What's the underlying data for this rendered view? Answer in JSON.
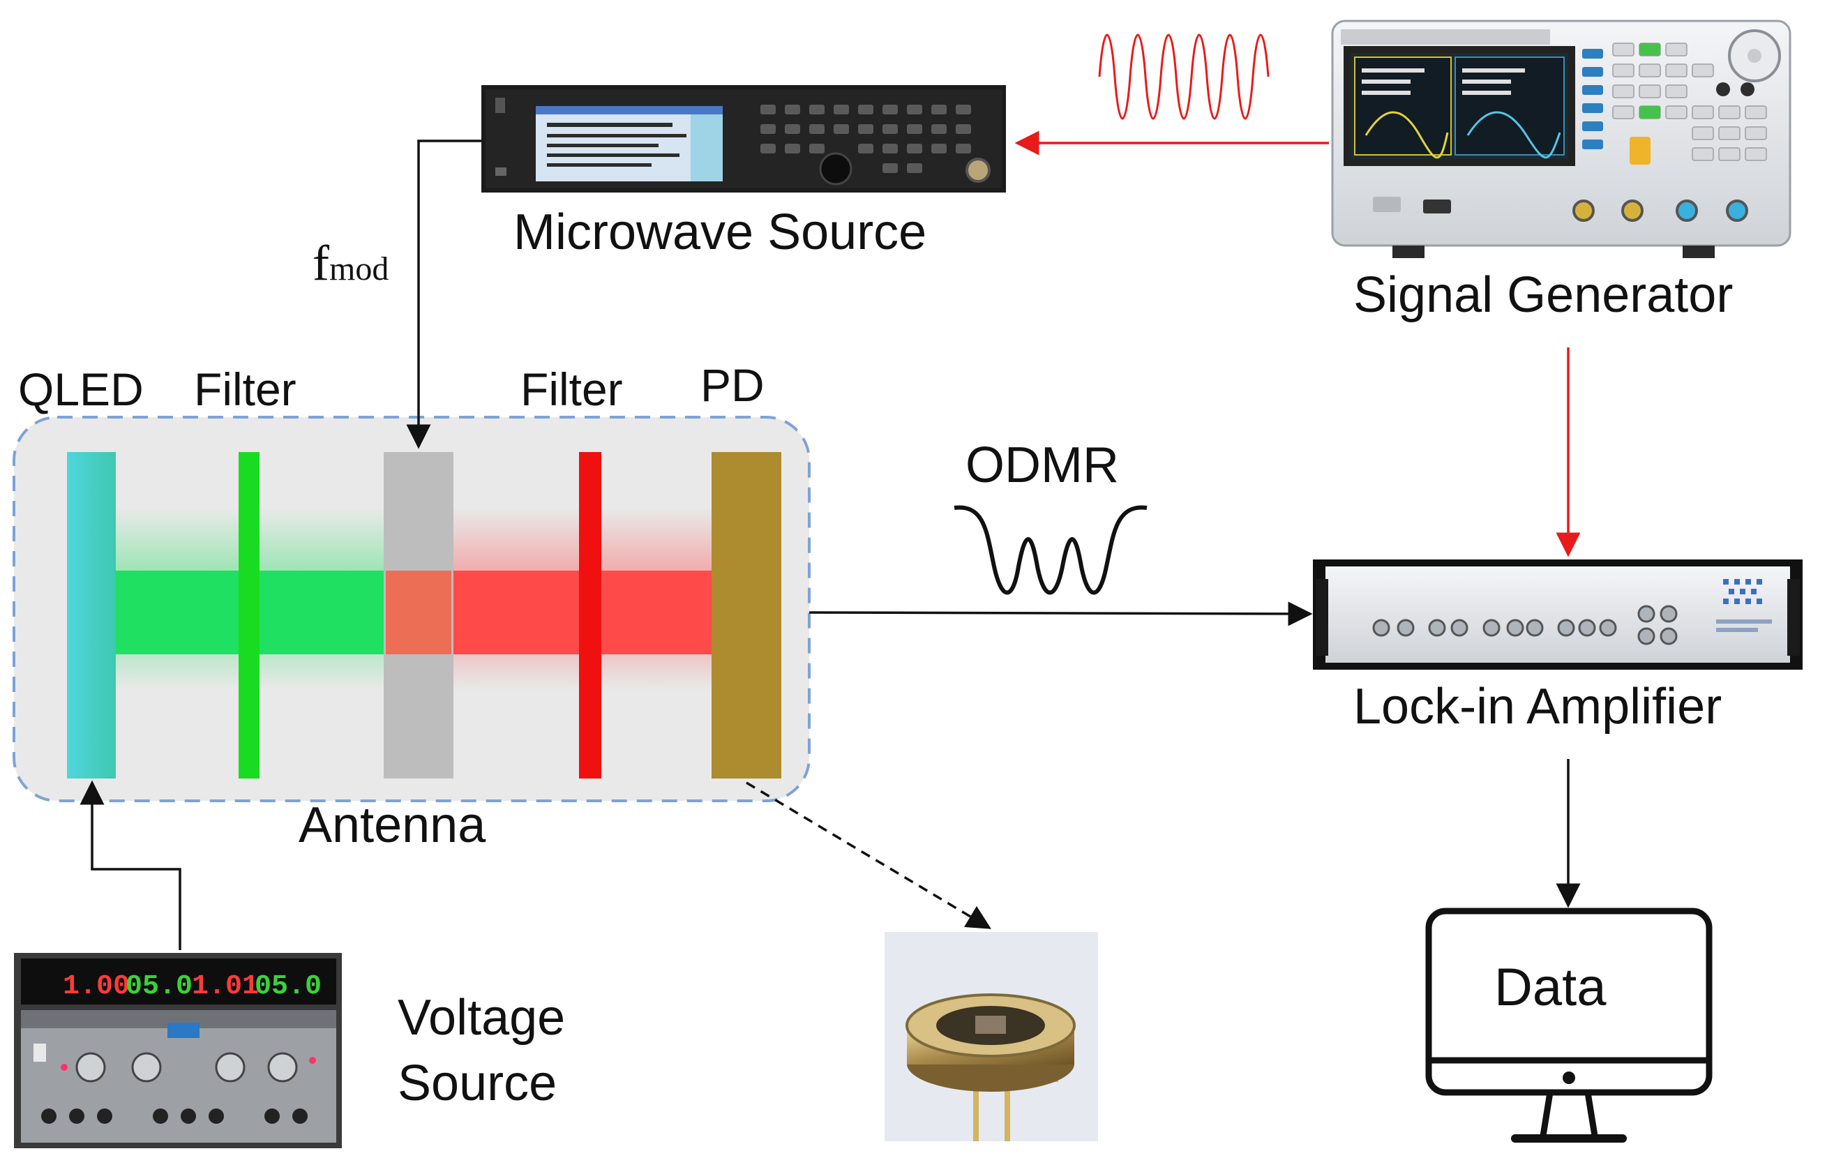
{
  "labels": {
    "microwave_source": "Microwave Source",
    "signal_generator": "Signal Generator",
    "lock_in_amplifier": "Lock-in Amplifier",
    "qled": "QLED",
    "filter_1": "Filter",
    "filter_2": "Filter",
    "pd": "PD",
    "antenna": "Antenna",
    "odmr": "ODMR",
    "fmod_main": "f",
    "fmod_sub": "mod",
    "voltage_source_line1": "Voltage",
    "voltage_source_line2": "Source",
    "data": "Data"
  },
  "readouts": {
    "voltage_displays": [
      "1.00",
      "05.0",
      "1.01",
      "05.0"
    ]
  },
  "colors": {
    "qled": "#4fd6dc",
    "filter_green": "#19dc22",
    "antenna": "#bdbdbd",
    "filter_red": "#f01010",
    "pd": "#ad8c2f",
    "green_beam": "#1fe060",
    "red_beam": "#ff4a4a",
    "overlap": "#ec6f55",
    "arrow_red": "#e81a1a",
    "frame_dash": "#7ea3d6",
    "frame_fill": "#e9e9e9"
  },
  "icons": {
    "sine_wave": "sine-wave-icon",
    "odmr_wave": "odmr-dip-icon",
    "monitor": "monitor-icon"
  }
}
